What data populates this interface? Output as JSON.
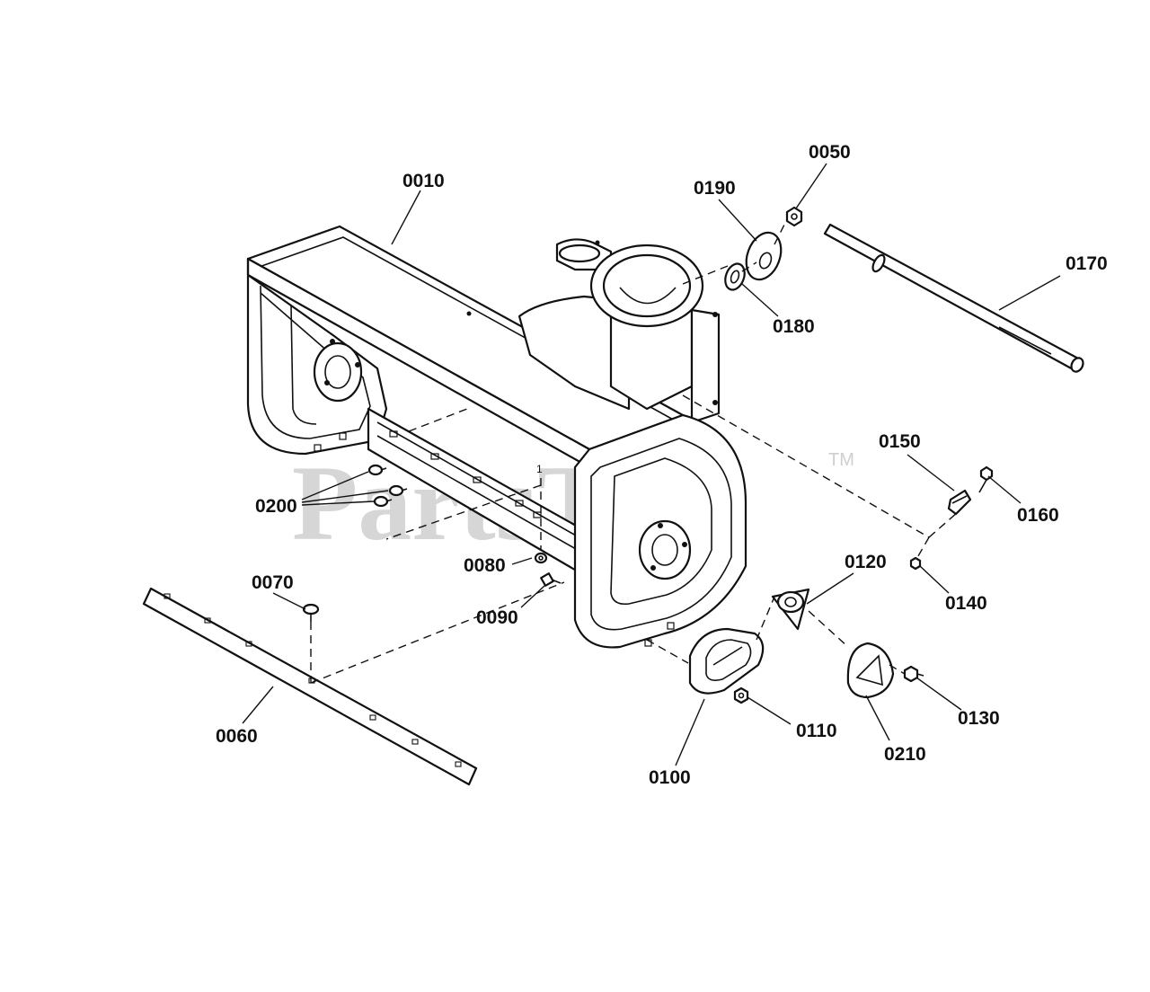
{
  "diagram": {
    "callouts": {
      "p0010": "0010",
      "p0050": "0050",
      "p0060": "0060",
      "p0070": "0070",
      "p0080": "0080",
      "p0090": "0090",
      "p0100": "0100",
      "p0110": "0110",
      "p0120": "0120",
      "p0130": "0130",
      "p0140": "0140",
      "p0150": "0150",
      "p0160": "0160",
      "p0170": "0170",
      "p0180": "0180",
      "p0190": "0190",
      "p0200": "0200",
      "p0210": "0210"
    },
    "detail_mark": "1",
    "watermark": "PartsTree",
    "trademark": "TM"
  }
}
